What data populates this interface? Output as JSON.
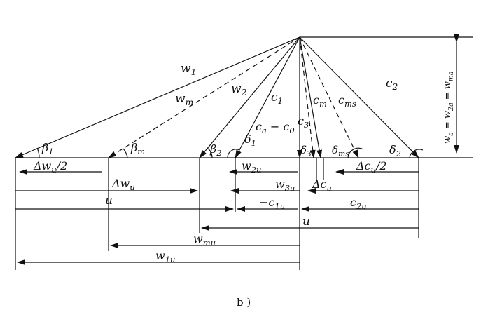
{
  "figure": {
    "caption": "b )",
    "side_dimension": "w_a = w_2a = w_ma"
  },
  "vectors": {
    "w1": "w_1",
    "wm": "w_m",
    "w2": "w_2",
    "c1": "c_1",
    "ca_c0": "c_a − c_0",
    "c3": "c_3",
    "cm": "c_m",
    "cms": "c_ms",
    "c2": "c_2"
  },
  "angles": {
    "beta1": "β_1",
    "betam": "β_m",
    "beta2": "β_2",
    "delta1": "δ_1",
    "delta3": "δ_3",
    "deltams": "δ_ms",
    "delta2": "δ_2"
  },
  "components": {
    "dwu_half": "Δw_u/2",
    "w2u": "w_2u",
    "dcu_half": "Δc_u/2",
    "dwu": "Δw_u",
    "w3u": "w_3u",
    "dcu": "Δc_u",
    "u1": "u",
    "neg_c1u": "−c_1u",
    "c2u": "c_2u",
    "u2": "u",
    "wmu": "w_mu",
    "w1u": "w_1u"
  }
}
